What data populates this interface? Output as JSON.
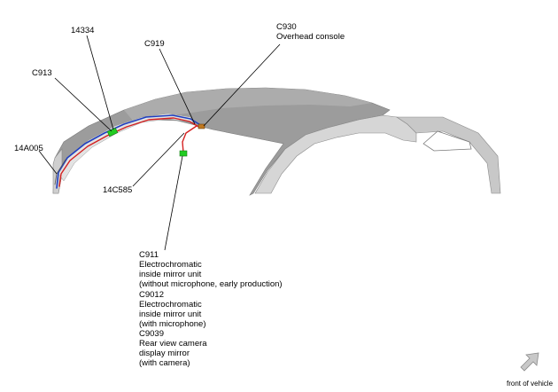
{
  "callouts": {
    "c930": {
      "code": "C930",
      "desc": "Overhead console"
    },
    "c919": {
      "code": "C919"
    },
    "c14334": {
      "code": "14334"
    },
    "c913": {
      "code": "C913"
    },
    "c14a005": {
      "code": "14A005"
    },
    "c14c585": {
      "code": "14C585"
    },
    "c911": {
      "code": "C911",
      "lines": [
        "Electrochromatic",
        "inside mirror unit",
        "(without microphone, early production)"
      ]
    },
    "c9012": {
      "code": "C9012",
      "lines": [
        "Electrochromatic",
        "inside mirror unit",
        "(with microphone)"
      ]
    },
    "c9039": {
      "code": "C9039",
      "lines": [
        "Rear view camera",
        "display mirror",
        "(with camera)"
      ]
    }
  },
  "orientation": {
    "label": "front of vehicle",
    "icon": "arrow-icon"
  },
  "colors": {
    "roof": "#9c9c9c",
    "roof_light": "#d6d6d6",
    "harness_red": "#d42020",
    "harness_blue": "#1f3fc0",
    "connector_green": "#22cc22",
    "connector_orange": "#c07820",
    "leader": "#000000"
  }
}
